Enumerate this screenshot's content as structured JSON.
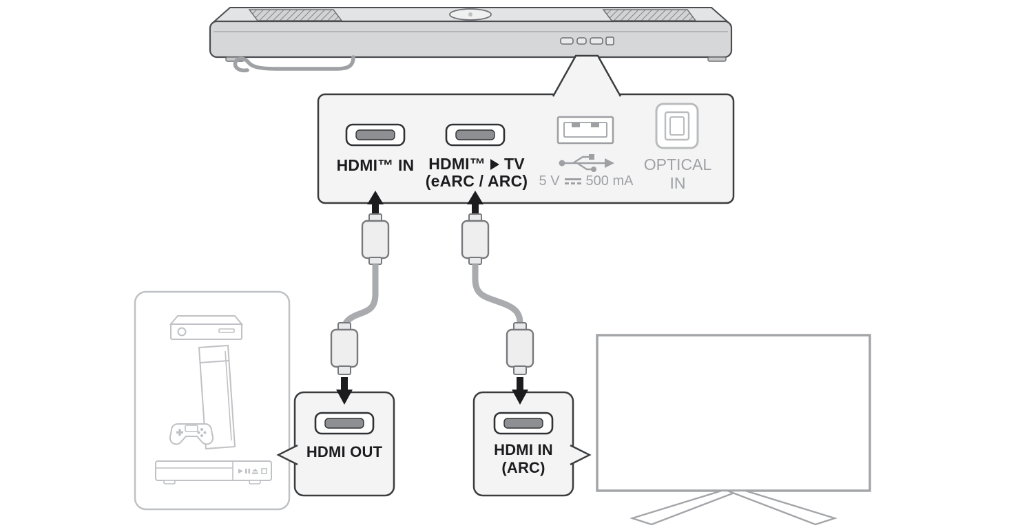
{
  "diagram_type": "soundbar-connection-diagram",
  "soundbar_panel": {
    "hdmi_in_label": "HDMI™ IN",
    "hdmi_tv": {
      "prefix": "HDMI™",
      "suffix": "TV",
      "sub": "(eARC / ARC)"
    },
    "usb_power": {
      "prefix": "5 V",
      "suffix": "500 mA"
    },
    "optical": {
      "line1": "OPTICAL",
      "line2": "IN"
    }
  },
  "hdmi_out_box": {
    "label": "HDMI OUT"
  },
  "hdmi_in_arc_box": {
    "line1": "HDMI IN",
    "line2": "(ARC)"
  },
  "icons": {
    "play_arrow_icon": "▶",
    "dc_symbol_icon": "solid-line-over-dashed-line",
    "usb_icon": "usb-trident",
    "up_arrow_icon": "▲",
    "down_arrow_icon": "▼",
    "hdmi_port_icon": "hdmi-connector",
    "usb_port_icon": "usb-a-receptacle",
    "optical_port_icon": "toslink-receptacle"
  },
  "colors": {
    "outline_dark": "#3a3c3e",
    "panel_fill": "#f4f4f5",
    "soundbar_fill": "#d6d7d8",
    "cable_gray": "#a9abae",
    "plug_outline": "#77797c",
    "muted_text": "#9ea0a3",
    "device_outline": "#bfc1c4",
    "tv_outline": "#a3a5a8",
    "port_slot_fill": "#8d8f92",
    "arrow_black": "#1c1c1e"
  }
}
